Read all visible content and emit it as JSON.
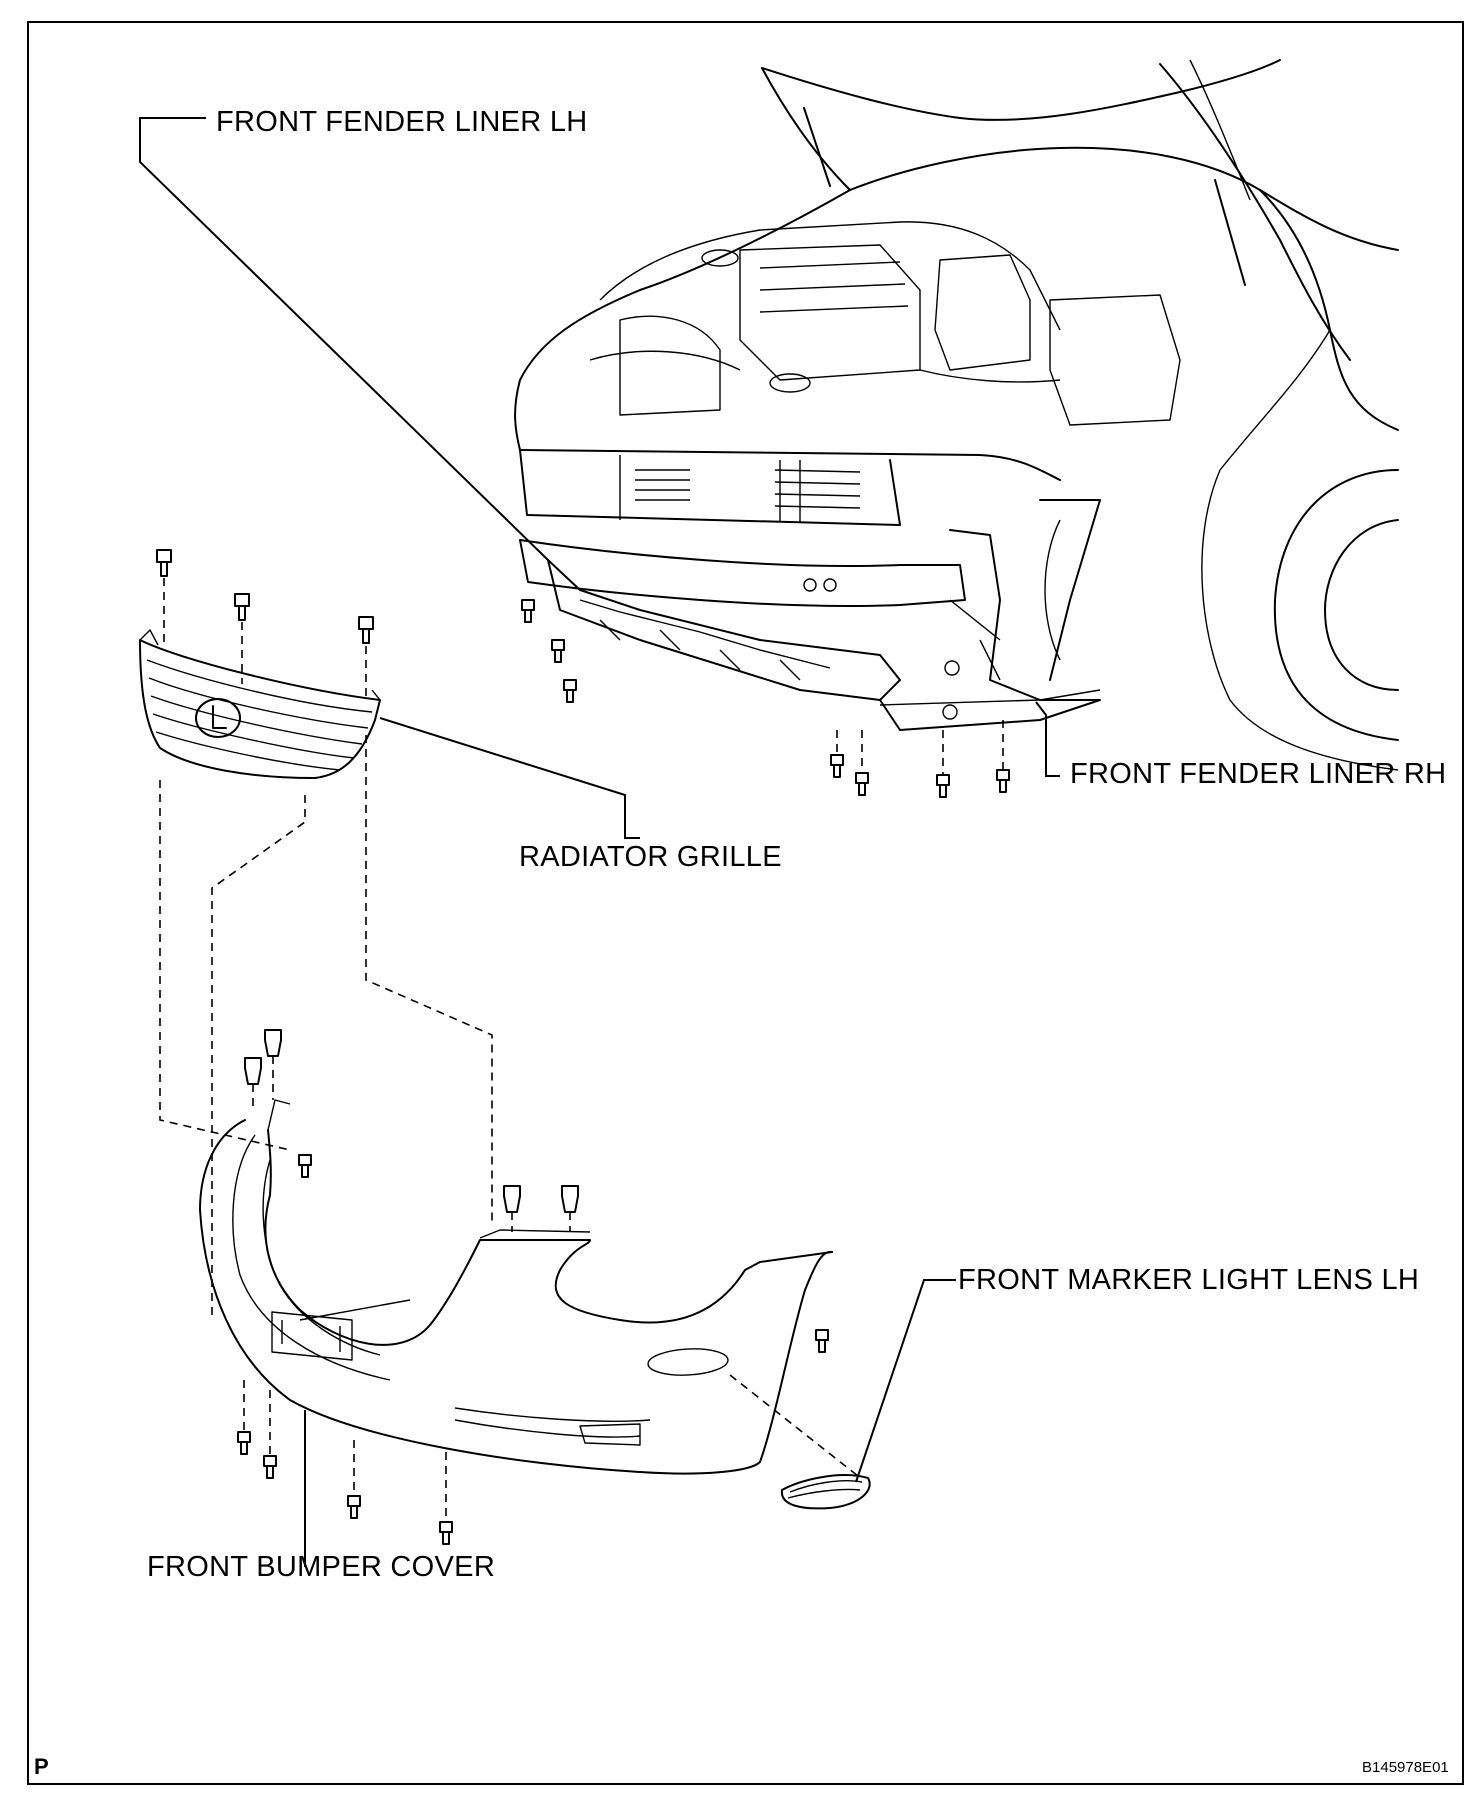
{
  "labels": {
    "front_fender_liner_lh": "FRONT FENDER LINER LH",
    "front_fender_liner_rh": "FRONT FENDER LINER RH",
    "radiator_grille": "RADIATOR GRILLE",
    "front_marker_light_lens_lh": "FRONT MARKER LIGHT LENS LH",
    "front_bumper_cover": "FRONT BUMPER COVER"
  },
  "corner": {
    "view_code": "P",
    "figure_id": "B145978E01"
  }
}
